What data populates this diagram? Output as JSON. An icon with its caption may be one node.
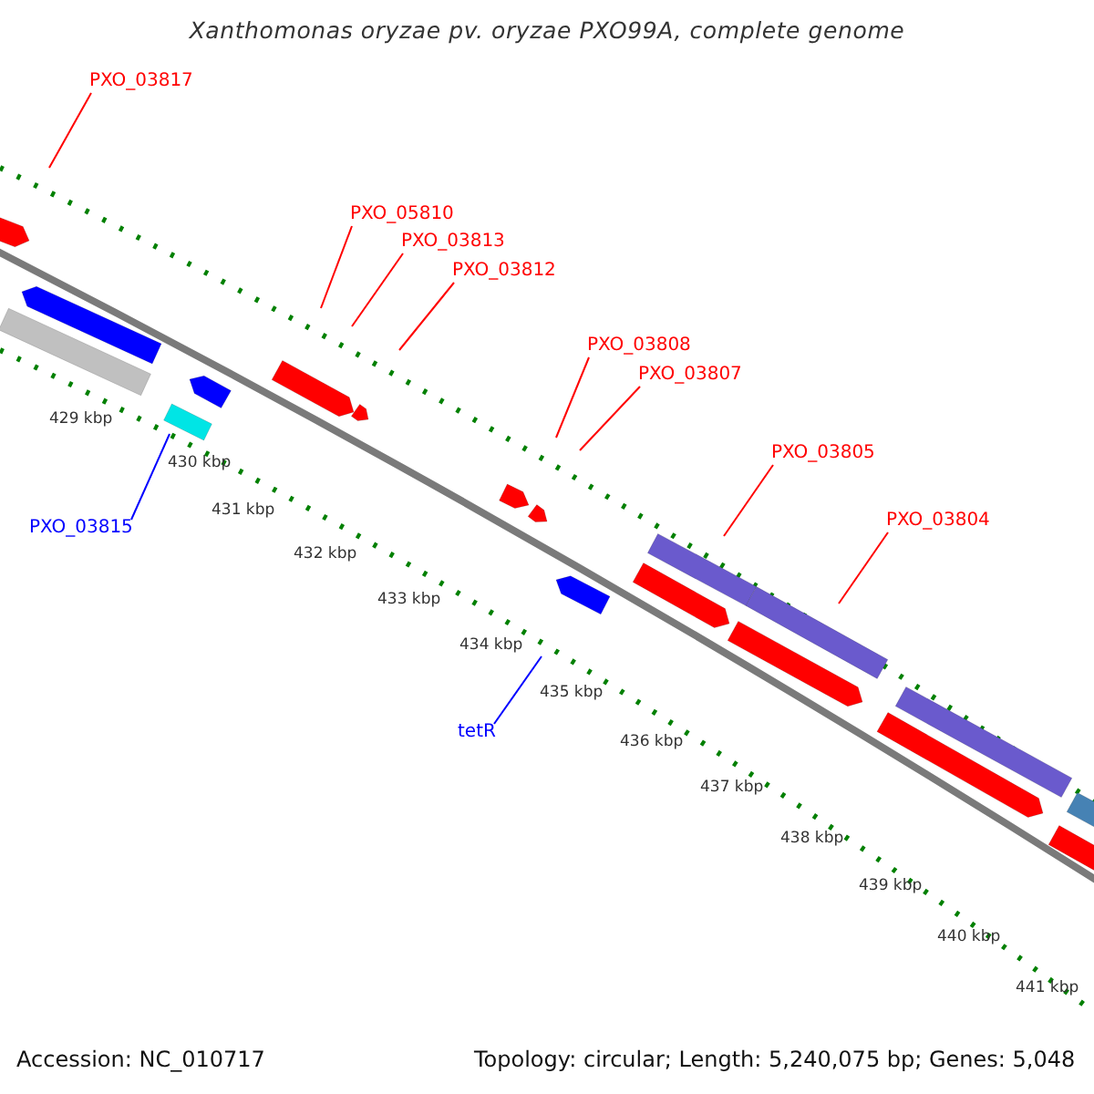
{
  "diagram": {
    "title": "Xanthomonas oryzae pv. oryzae PXO99A, complete genome",
    "nodes": [
      {
        "text": [
          "PXO_03817"
        ]
      },
      {
        "text": [
          "PXO_05810"
        ]
      },
      {
        "text": [
          "PXO_03813"
        ]
      },
      {
        "text": [
          "PXO_03812"
        ]
      },
      {
        "text": [
          "PXO_03808"
        ]
      },
      {
        "text": [
          "PXO_03807"
        ]
      },
      {
        "text": [
          "PXO_03805"
        ]
      },
      {
        "text": [
          "PXO_03804"
        ]
      },
      {
        "text": [
          "PXO_03815"
        ]
      },
      {
        "text": [
          "tetR"
        ]
      }
    ],
    "edges": [
      {
        "from": 0,
        "to": null,
        "arrow": "none",
        "color": "#ff0000"
      },
      {
        "from": 1,
        "to": null,
        "arrow": "none",
        "color": "#ff0000"
      },
      {
        "from": 2,
        "to": null,
        "arrow": "none",
        "color": "#ff0000"
      },
      {
        "from": 3,
        "to": null,
        "arrow": "none",
        "color": "#ff0000"
      },
      {
        "from": 4,
        "to": null,
        "arrow": "none",
        "color": "#ff0000"
      },
      {
        "from": 5,
        "to": null,
        "arrow": "none",
        "color": "#ff0000"
      },
      {
        "from": 6,
        "to": null,
        "arrow": "none",
        "color": "#ff0000"
      },
      {
        "from": 7,
        "to": null,
        "arrow": "none",
        "color": "#ff0000"
      },
      {
        "from": 8,
        "to": null,
        "arrow": "none",
        "color": "#0000ff"
      },
      {
        "from": 9,
        "to": null,
        "arrow": "none",
        "color": "#0000ff"
      }
    ],
    "labels": [
      "429 kbp",
      "430 kbp",
      "431 kbp",
      "432 kbp",
      "433 kbp",
      "434 kbp",
      "435 kbp",
      "436 kbp",
      "437 kbp",
      "438 kbp",
      "439 kbp",
      "440 kbp",
      "441 kbp",
      "Accession: NC_010717",
      "Topology: circular; Length: 5,240,075 bp; Genes: 5,048"
    ]
  }
}
